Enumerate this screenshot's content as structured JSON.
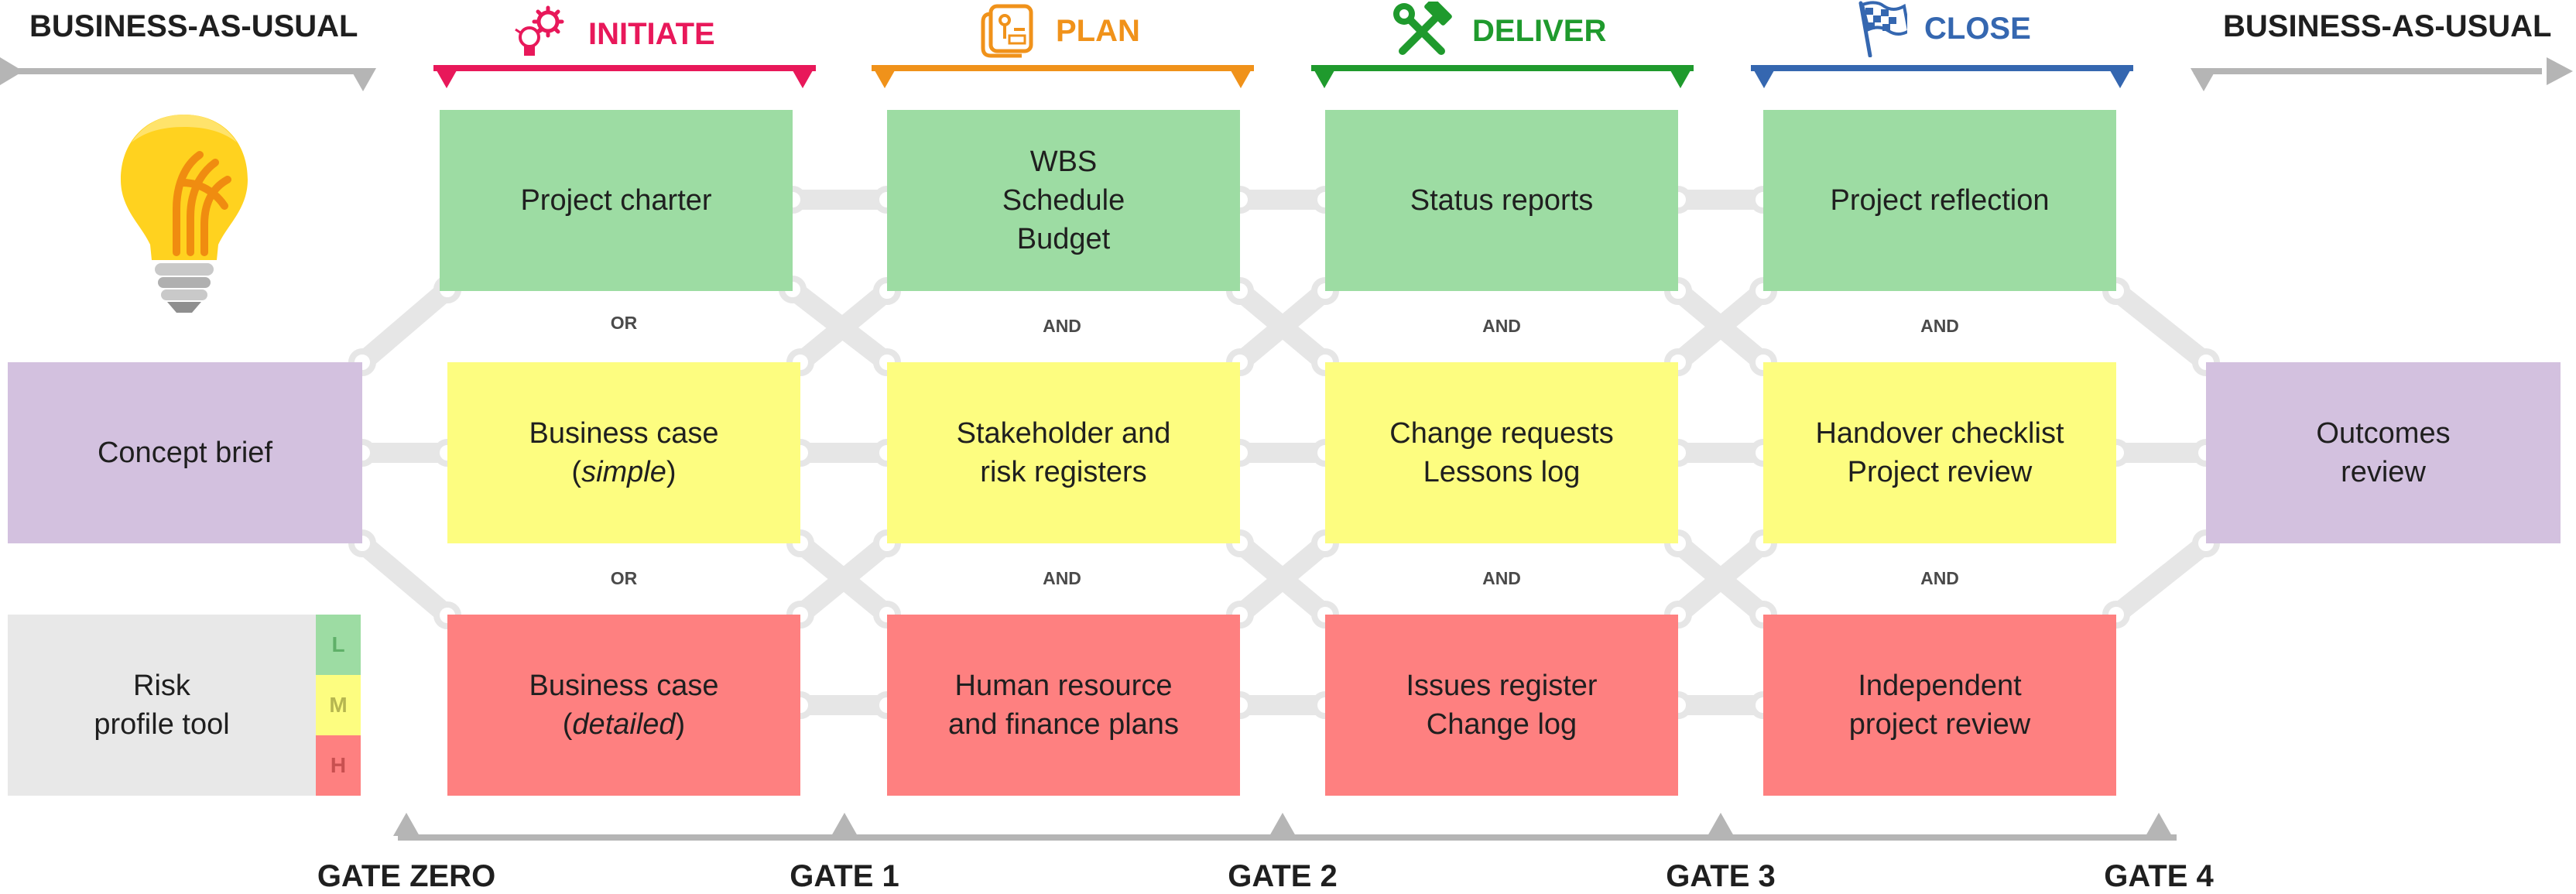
{
  "banners": {
    "left": "BUSINESS-AS-USUAL",
    "right": "BUSINESS-AS-USUAL"
  },
  "phases": [
    {
      "label": "INITIATE",
      "color": "#e8185a",
      "icon": "gear-bulb-icon"
    },
    {
      "label": "PLAN",
      "color": "#f0921a",
      "icon": "blueprint-icon"
    },
    {
      "label": "DELIVER",
      "color": "#1f9a2d",
      "icon": "tools-icon"
    },
    {
      "label": "CLOSE",
      "color": "#3567b0",
      "icon": "checkered-flag-icon"
    }
  ],
  "start": {
    "icon": "lightbulb-icon",
    "concept_brief": "Concept brief",
    "risk_tool": "Risk\nprofile tool",
    "risk_levels": [
      {
        "label": "L",
        "color": "#9ddca3"
      },
      {
        "label": "M",
        "color": "#fdfd80"
      },
      {
        "label": "H",
        "color": "#fe8080"
      }
    ]
  },
  "columns": [
    {
      "top": "Project charter",
      "middle": "Business case\n(simple)",
      "bottom": "Business case\n(detailed)",
      "conj_top": "OR",
      "conj_bottom": "OR"
    },
    {
      "top": "WBS\nSchedule\nBudget",
      "middle": "Stakeholder and\nrisk registers",
      "bottom": "Human resource\nand finance plans",
      "conj_top": "AND",
      "conj_bottom": "AND"
    },
    {
      "top": "Status reports",
      "middle": "Change requests\nLessons log",
      "bottom": "Issues register\nChange log",
      "conj_top": "AND",
      "conj_bottom": "AND"
    },
    {
      "top": "Project reflection",
      "middle": "Handover checklist\nProject review",
      "bottom": "Independent\nproject review",
      "conj_top": "AND",
      "conj_bottom": "AND"
    }
  ],
  "end": {
    "outcomes": "Outcomes\nreview"
  },
  "gates": [
    "GATE ZERO",
    "GATE 1",
    "GATE 2",
    "GATE 3",
    "GATE 4"
  ],
  "colors": {
    "green": "#9ddca3",
    "yellow": "#fdfd80",
    "red": "#fe8080",
    "purple": "#d3c1df",
    "gray": "#e8e8e8"
  }
}
